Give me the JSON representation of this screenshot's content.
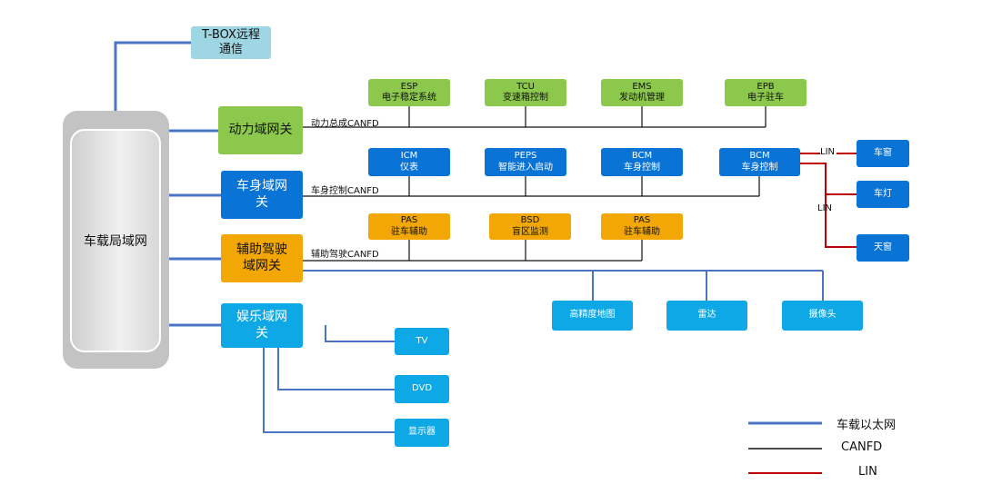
{
  "colors": {
    "ethernet": "#4a74c4",
    "canfd": "#000000",
    "lin": "#c00000",
    "power_gateway": "#8cc84b",
    "body_gateway": "#0a73d6",
    "adas_gateway": "#f2a705",
    "infotainment_gateway": "#0fa8e6",
    "tbox": "#9fd6e3"
  },
  "lan": {
    "label": "车载局域网"
  },
  "tbox": {
    "line1": "T-BOX远程",
    "line2": "通信"
  },
  "gateways": {
    "power": {
      "label": "动力域网关"
    },
    "body": {
      "line1": "车身域网",
      "line2": "关"
    },
    "adas": {
      "line1": "辅助驾驶",
      "line2": "域网关"
    },
    "infotainment": {
      "line1": "娱乐域网",
      "line2": "关"
    }
  },
  "buses": {
    "power": "动力总成CANFD",
    "body": "车身控制CANFD",
    "adas": "辅助驾驶CANFD"
  },
  "power_ecus": [
    {
      "code": "ESP",
      "name": "电子稳定系统"
    },
    {
      "code": "TCU",
      "name": "变速箱控制"
    },
    {
      "code": "EMS",
      "name": "发动机管理"
    },
    {
      "code": "EPB",
      "name": "电子驻车"
    }
  ],
  "body_ecus": [
    {
      "code": "ICM",
      "name": "仪表"
    },
    {
      "code": "PEPS",
      "name": "智能进入启动"
    },
    {
      "code": "BCM",
      "name": "车身控制"
    },
    {
      "code": "BCM",
      "name": "车身控制"
    }
  ],
  "lin_label_1": "LIN",
  "lin_label_2": "LIN",
  "lin_nodes": [
    "车窗",
    "车灯",
    "天窗"
  ],
  "adas_ecus": [
    {
      "code": "PAS",
      "name": "驻车辅助"
    },
    {
      "code": "BSD",
      "name": "盲区监测"
    },
    {
      "code": "PAS",
      "name": "驻车辅助"
    }
  ],
  "adas_sensors": [
    "高精度地图",
    "雷达",
    "摄像头"
  ],
  "infotainment_devices": [
    "TV",
    "DVD",
    "显示器"
  ],
  "legend": [
    {
      "label": "车载以太网",
      "color": "#4a74c4"
    },
    {
      "label": "CANFD",
      "color": "#000000"
    },
    {
      "label": "LIN",
      "color": "#c00000"
    }
  ]
}
